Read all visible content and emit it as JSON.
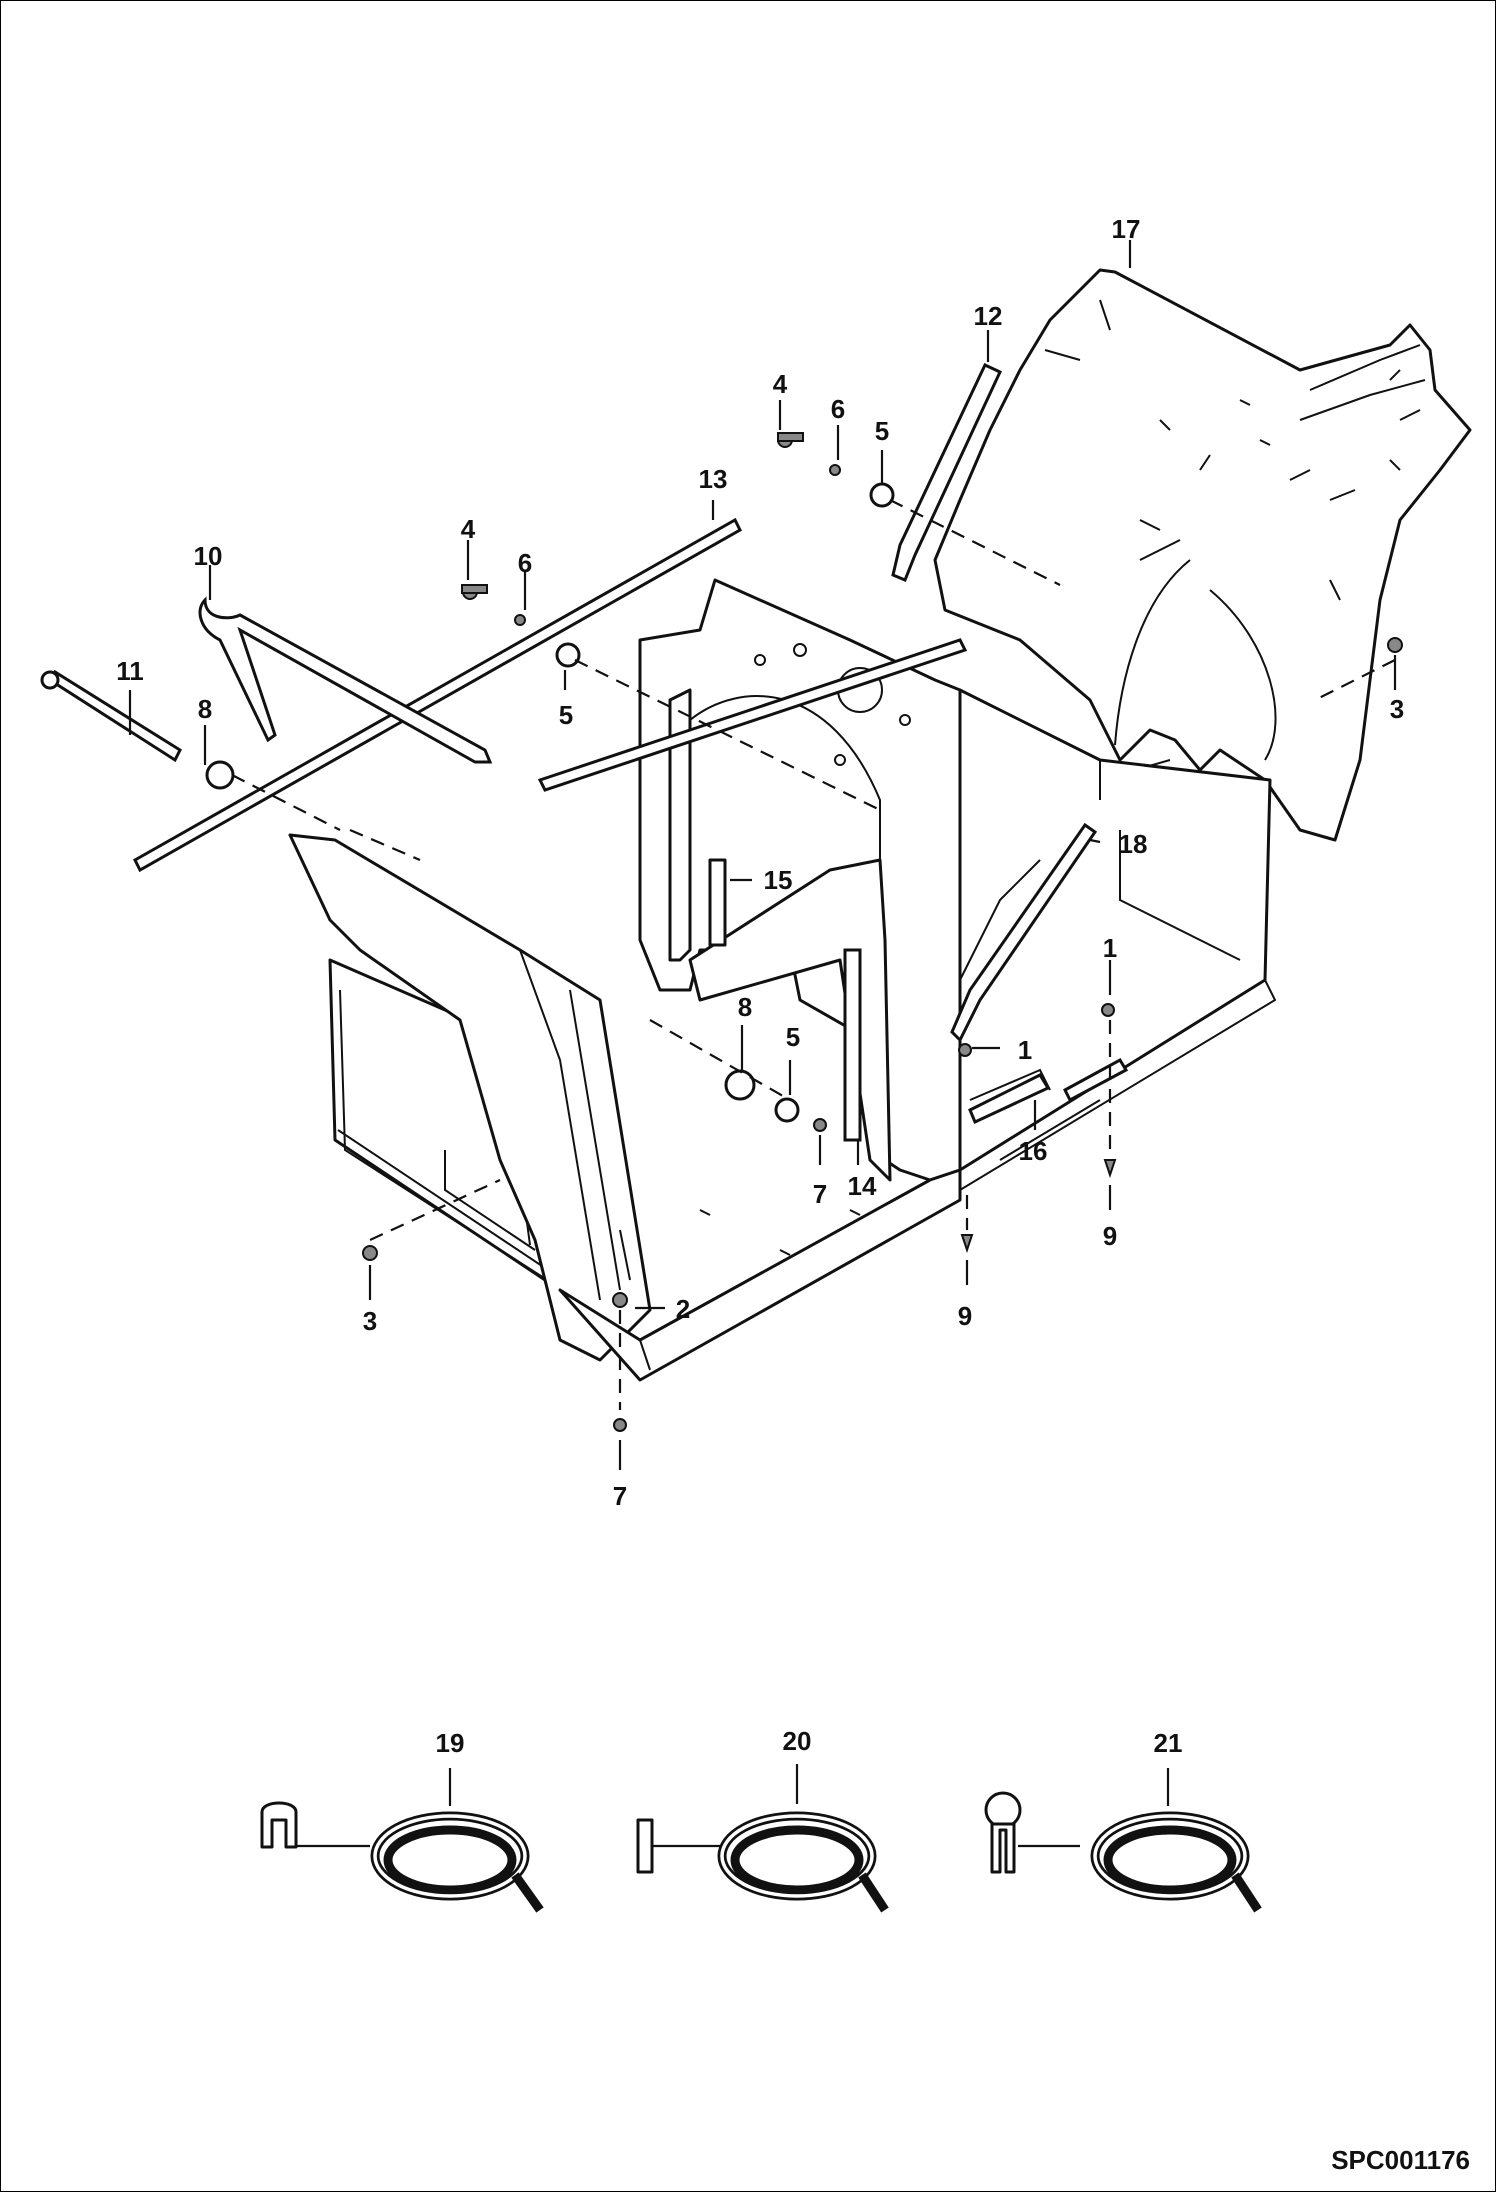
{
  "drawing_code": "SPC001176",
  "callouts": {
    "c1a": "1",
    "c1b": "1",
    "c2": "2",
    "c3a": "3",
    "c3b": "3",
    "c4a": "4",
    "c4b": "4",
    "c5a": "5",
    "c5b": "5",
    "c5c": "5",
    "c6a": "6",
    "c6b": "6",
    "c7a": "7",
    "c7b": "7",
    "c8a": "8",
    "c8b": "8",
    "c9a": "9",
    "c9b": "9",
    "c10": "10",
    "c11": "11",
    "c12": "12",
    "c13": "13",
    "c14": "14",
    "c15": "15",
    "c16": "16",
    "c17": "17",
    "c18": "18",
    "c19": "19",
    "c20": "20",
    "c21": "21"
  },
  "icons": [
    "edge-trim-u-profile-icon",
    "edge-trim-flat-profile-icon",
    "edge-trim-bulb-profile-icon",
    "hose-coil-icon"
  ]
}
